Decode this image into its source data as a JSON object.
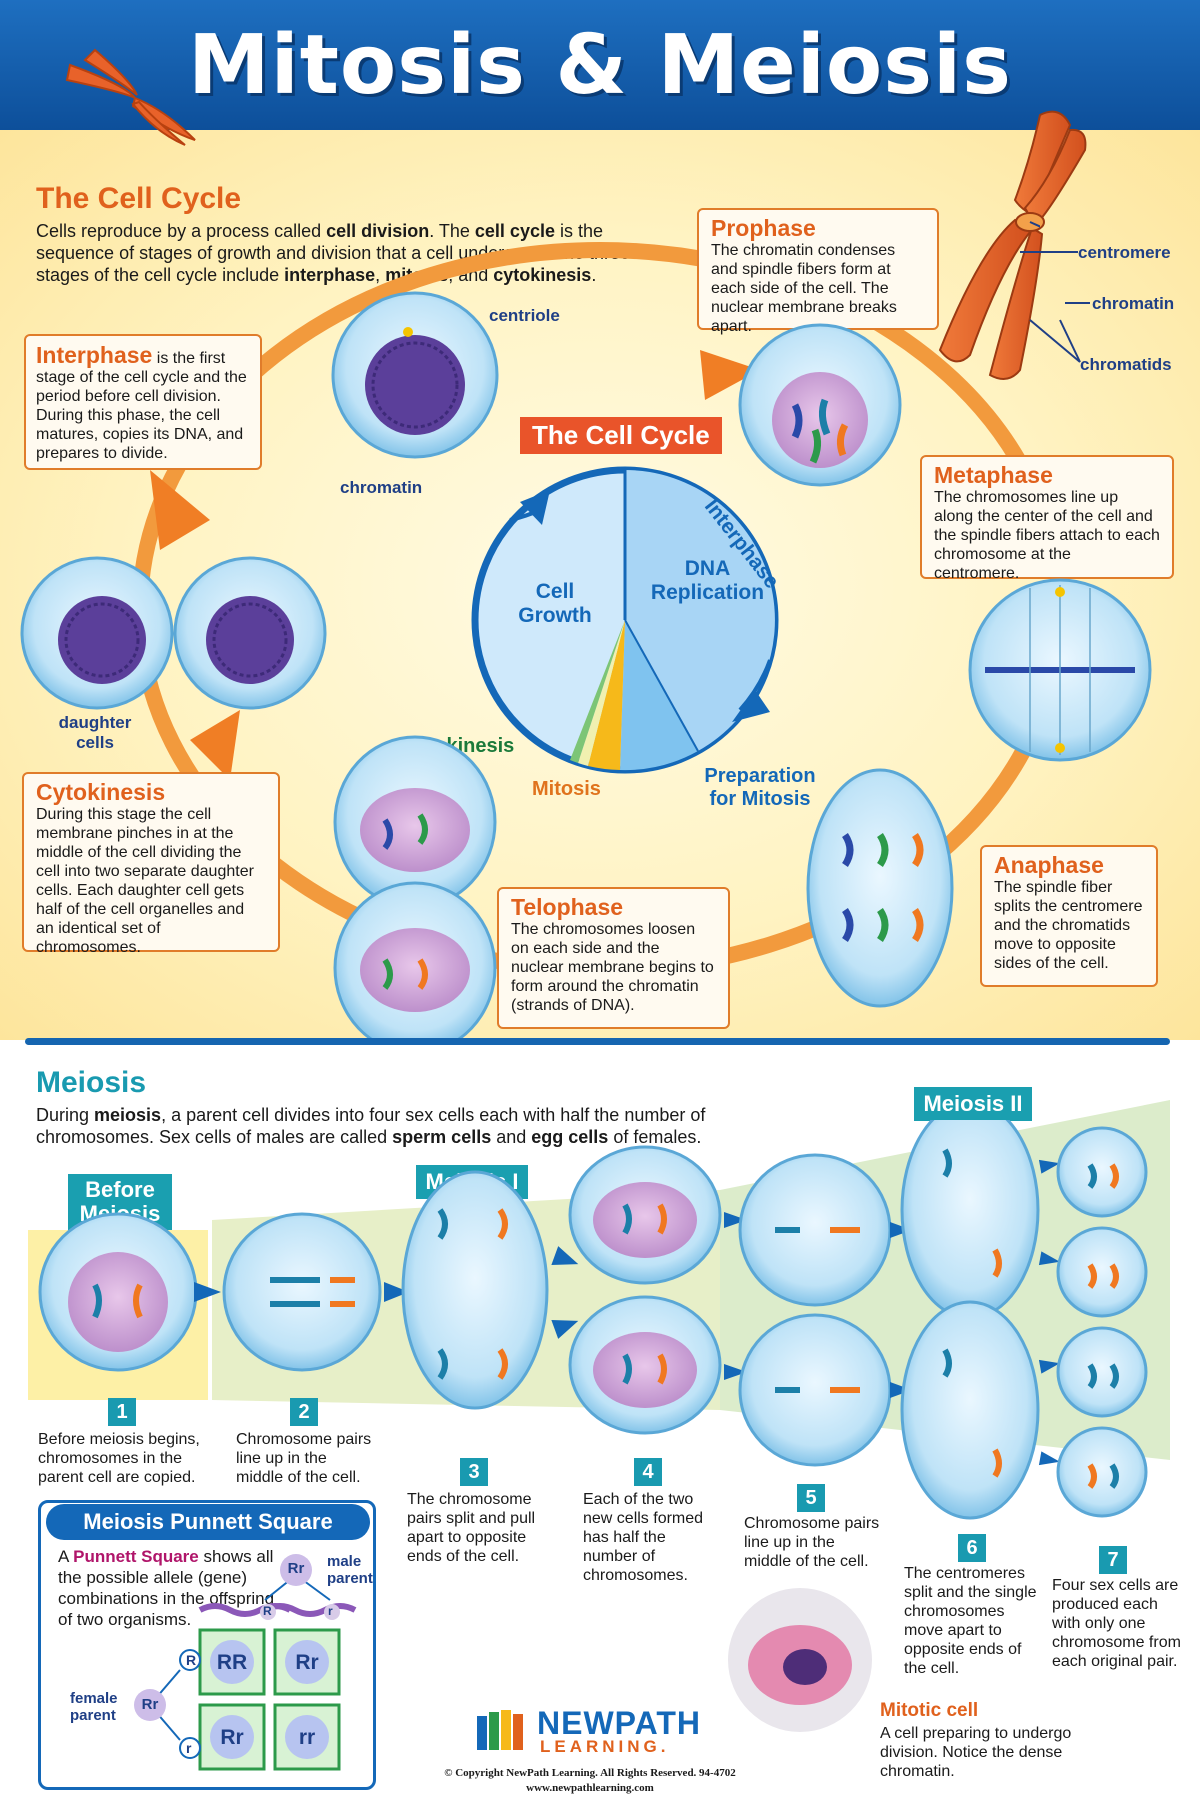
{
  "header": {
    "title": "Mitosis & Meiosis"
  },
  "cell_cycle_section": {
    "title": "The Cell Cycle",
    "intro_parts": [
      "Cells reproduce by a process called ",
      "cell division",
      ".  The ",
      "cell cycle",
      " is the sequence of stages of growth and division that a cell undergoes.  The three stages of the cell cycle include ",
      "interphase",
      ", ",
      "mitosis",
      ", and ",
      "cytokinesis",
      "."
    ]
  },
  "phases": {
    "interphase": {
      "title": "Interphase",
      "text": " is the first stage of the cell cycle and the period before cell division. During this phase, the cell matures, copies its DNA, and prepares to divide."
    },
    "prophase": {
      "title": "Prophase",
      "text": "The chromatin condenses and spindle fibers form at each side of the cell.  The nuclear membrane breaks apart."
    },
    "metaphase": {
      "title": "Metaphase",
      "text": "The chromosomes line up along the center of the cell  and the spindle fibers attach to each chromosome at the centromere."
    },
    "anaphase": {
      "title": "Anaphase",
      "text": "The spindle fiber splits the centromere and the chromatids move to opposite sides of the cell."
    },
    "telophase": {
      "title": "Telophase",
      "text": "The chromosomes loosen on each side and the nuclear membrane begins to form around the chromatin (strands of DNA)."
    },
    "cytokinesis": {
      "title": "Cytokinesis",
      "text": "During this stage the cell membrane pinches in at the middle of the cell dividing the cell into two separate daughter cells.  Each daughter cell gets half of the cell organelles and an identical set of chromosomes."
    }
  },
  "cell_labels": {
    "centriole": "centriole",
    "chromatin": "chromatin",
    "daughter_cells": "daughter cells"
  },
  "chromosome_labels": {
    "centromere": "centromere",
    "chromatin": "chromatin",
    "chromatids": "chromatids"
  },
  "cycle_diagram": {
    "banner": "The Cell Cycle",
    "arc_label": "Interphase",
    "cell_growth": "Cell Growth",
    "dna_replication": "DNA Replication",
    "cytokinesis": "Cytokinesis",
    "mitosis": "Mitosis",
    "preparation": "Preparation for Mitosis"
  },
  "meiosis_section": {
    "title": "Meiosis",
    "intro_parts": [
      "During ",
      "meiosis",
      ", a parent cell divides into four sex cells each with half the number of chromosomes.  Sex cells of males are called ",
      "sperm cells",
      " and ",
      "egg cells",
      " of females."
    ],
    "before_label": "Before Meiosis",
    "meiosis1_label": "Meiosis I",
    "meiosis2_label": "Meiosis II"
  },
  "steps": [
    {
      "num": "1",
      "text": "Before meiosis begins, chromosomes in the parent cell are copied."
    },
    {
      "num": "2",
      "text": "Chromosome pairs line up in the middle of the cell."
    },
    {
      "num": "3",
      "text": "The chromosome pairs split and pull apart to opposite ends of the cell."
    },
    {
      "num": "4",
      "text": "Each of the two new cells formed has half the number of chromosomes."
    },
    {
      "num": "5",
      "text": "Chromosome pairs line up in the middle of the cell."
    },
    {
      "num": "6",
      "text": "The centromeres split and the single chromosomes move apart to opposite ends of the cell."
    },
    {
      "num": "7",
      "text": "Four sex cells are produced each with only one chromosome from each original pair."
    }
  ],
  "punnett": {
    "title": "Meiosis Punnett Square",
    "text_parts": [
      "A ",
      "Punnett Square",
      " shows all the possible allele (gene) combinations in the offspring of two organisms."
    ],
    "male_parent": "male parent",
    "female_parent": "female parent",
    "parent_genotype": "Rr",
    "allele_R": "R",
    "allele_r": "r",
    "cells": [
      "RR",
      "Rr",
      "Rr",
      "rr"
    ]
  },
  "mitotic_cell": {
    "title": "Mitotic cell",
    "text": "A cell preparing to undergo division. Notice the dense chromatin."
  },
  "footer": {
    "brand_top": "NEWPATH",
    "brand_bottom": "LEARNING.",
    "copyright": "© Copyright NewPath Learning. All Rights Reserved. 94-4702",
    "website": "www.newpathlearning.com"
  },
  "colors": {
    "header_blue": "#1565b0",
    "orange": "#e0611d",
    "teal": "#1a9fb0",
    "cell_blue": "#bfe3f7",
    "nucleus_pink": "#d9a7d6"
  }
}
